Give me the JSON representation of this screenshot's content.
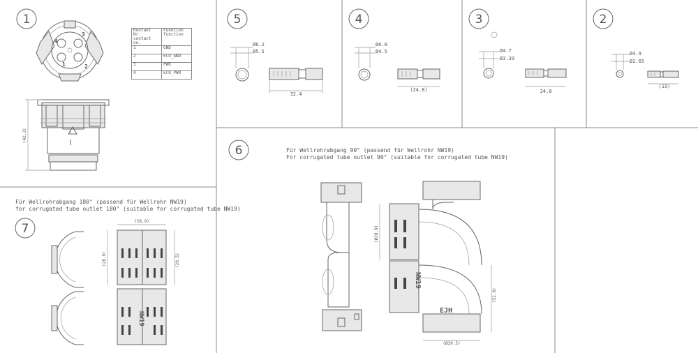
{
  "sections": {
    "s1": "1",
    "s2": "2",
    "s3": "3",
    "s4": "4",
    "s5": "5",
    "s6": "6",
    "s7": "7"
  },
  "table": {
    "header_contact": [
      "Kontakt Nr.",
      "contact no."
    ],
    "header_function": [
      "Funktion",
      "function"
    ],
    "rows": [
      {
        "contact": "1",
        "function": "GND"
      },
      {
        "contact": "2",
        "function": "ECU_GND"
      },
      {
        "contact": "3",
        "function": "PWR"
      },
      {
        "contact": "4",
        "function": "ECU_PWR"
      }
    ]
  },
  "pin_labels": [
    "4",
    "3",
    "1",
    "2"
  ],
  "dims": {
    "s1_height": "(42.3)",
    "s5_d1": "Ø6.2",
    "s5_d2": "Ø5.5",
    "s5_len": "32.4",
    "s4_d1": "Ø6.8",
    "s4_d2": "Ø4.5",
    "s4_len": "(24.8)",
    "s3_d1": "Ø4.7",
    "s3_d2": "Ø3.39",
    "s3_len": "24.8",
    "s2_d1": "Ø4.9",
    "s2_d2": "Ø2.65",
    "s2_len": "(19)",
    "s7_width": "(28.9)",
    "s7_h1": "(28.9)",
    "s7_h2": "(29.5)",
    "s6_d1": "(Ø28.9)",
    "s6_h": "(52.6)",
    "s6_d2": "(Ø29.5)"
  },
  "s7_caption": [
    "Für Wellrohrabgang 180° (passend für Wellrohr NW19)",
    "for corrugated tube outlet 180° (suitable for corrugated tube NW19)"
  ],
  "s6_caption": [
    "Für Wellrohrabgang 90° (passend für Wellrohr NW19)",
    "For corrugated tube outlet 90° (suitable for corrugated tube NW19)"
  ],
  "marks": {
    "nw19_a": "NW19",
    "nw19_b": "NW19",
    "ejh": "EJH"
  }
}
